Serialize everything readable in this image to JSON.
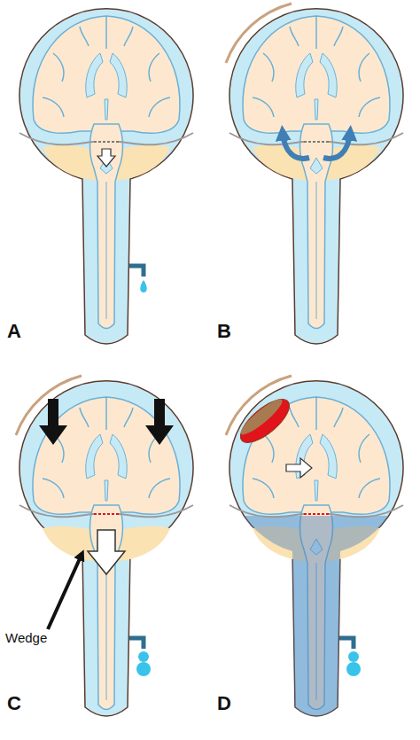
{
  "diagram": {
    "labels": [
      "A",
      "B",
      "C",
      "D",
      "Wedge"
    ]
  }
}
